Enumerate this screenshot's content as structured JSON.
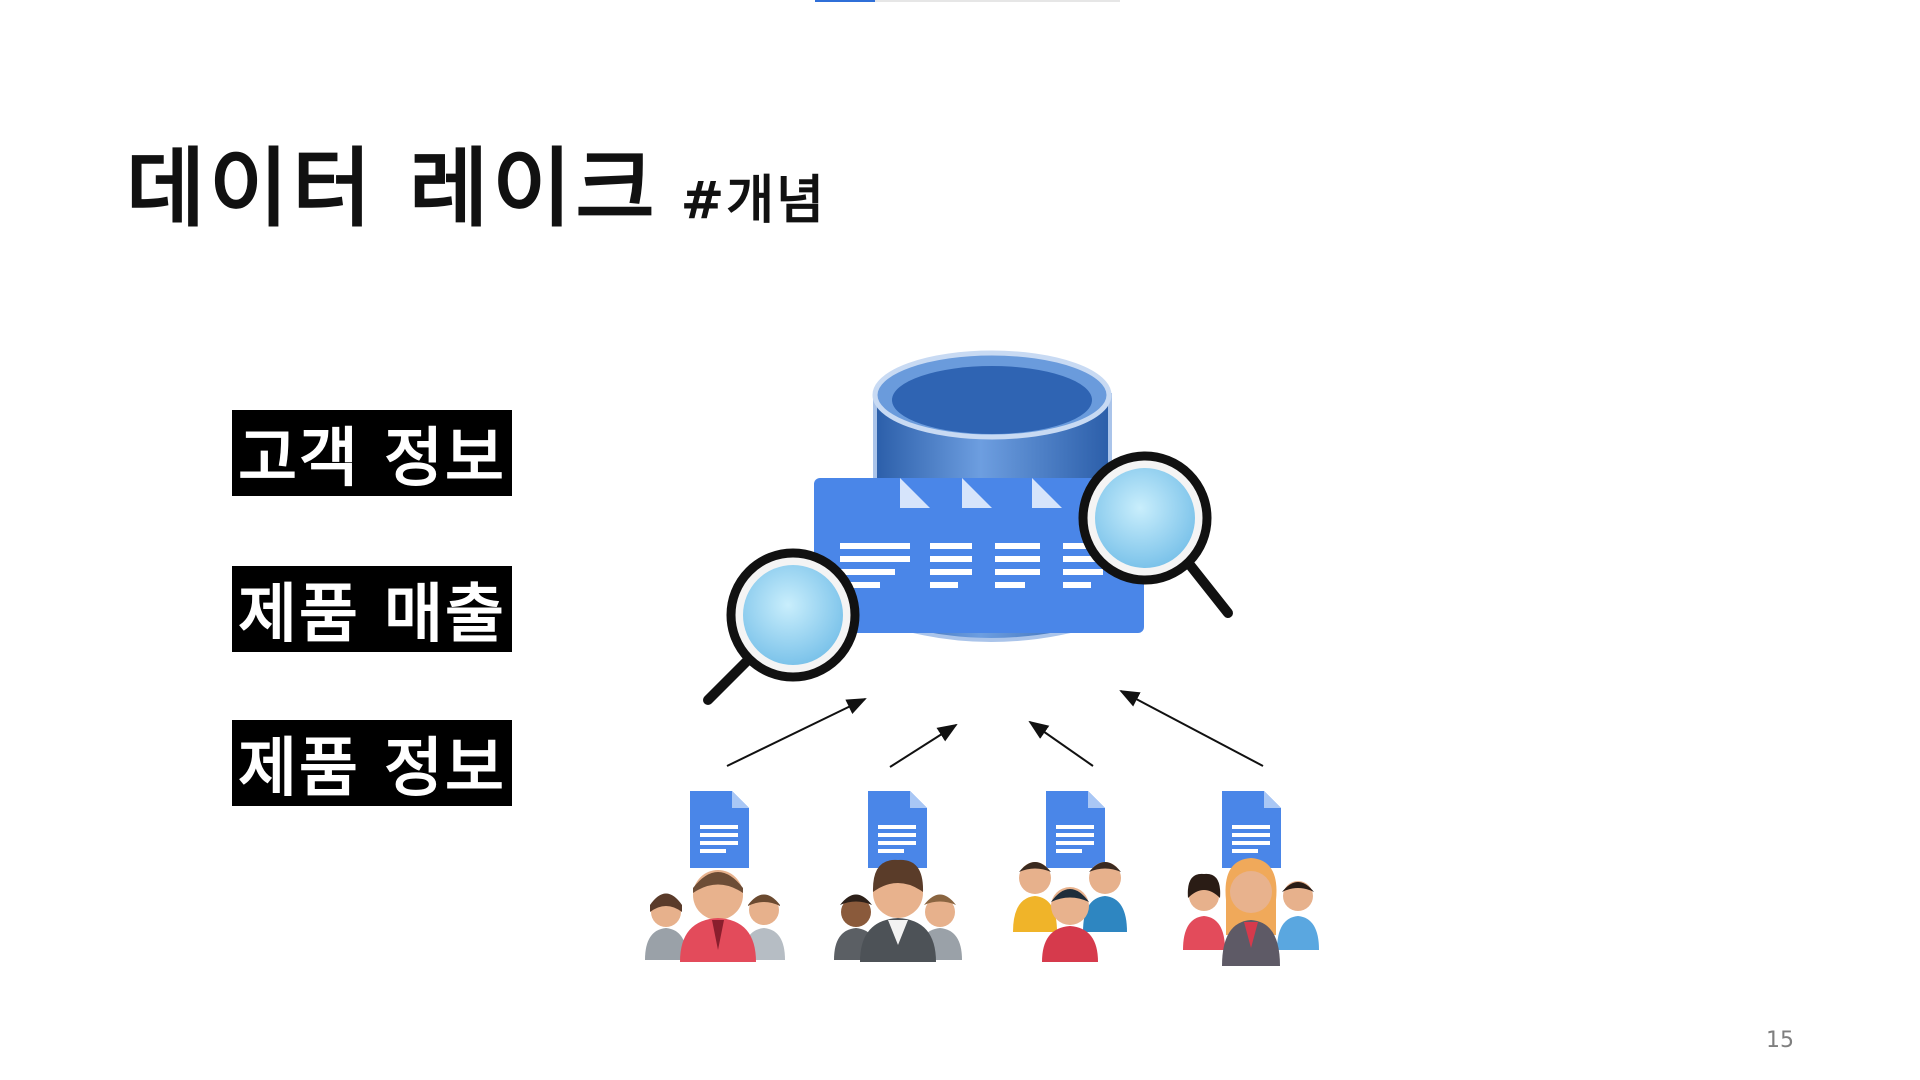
{
  "slide": {
    "title": "데이터 레이크",
    "title_tag": "#개념",
    "labels": [
      "고객 정보",
      "제품 매출",
      "제품 정보"
    ],
    "page_number": "15"
  },
  "colors": {
    "database_blue": "#3f78c7",
    "document_blue": "#4a86e8",
    "magnifier_lens": "#8fd0f2",
    "label_background": "#000000"
  },
  "icons": [
    "database-icon",
    "magnifier-icon",
    "document-icon",
    "people-group-icon",
    "arrow-icon"
  ]
}
